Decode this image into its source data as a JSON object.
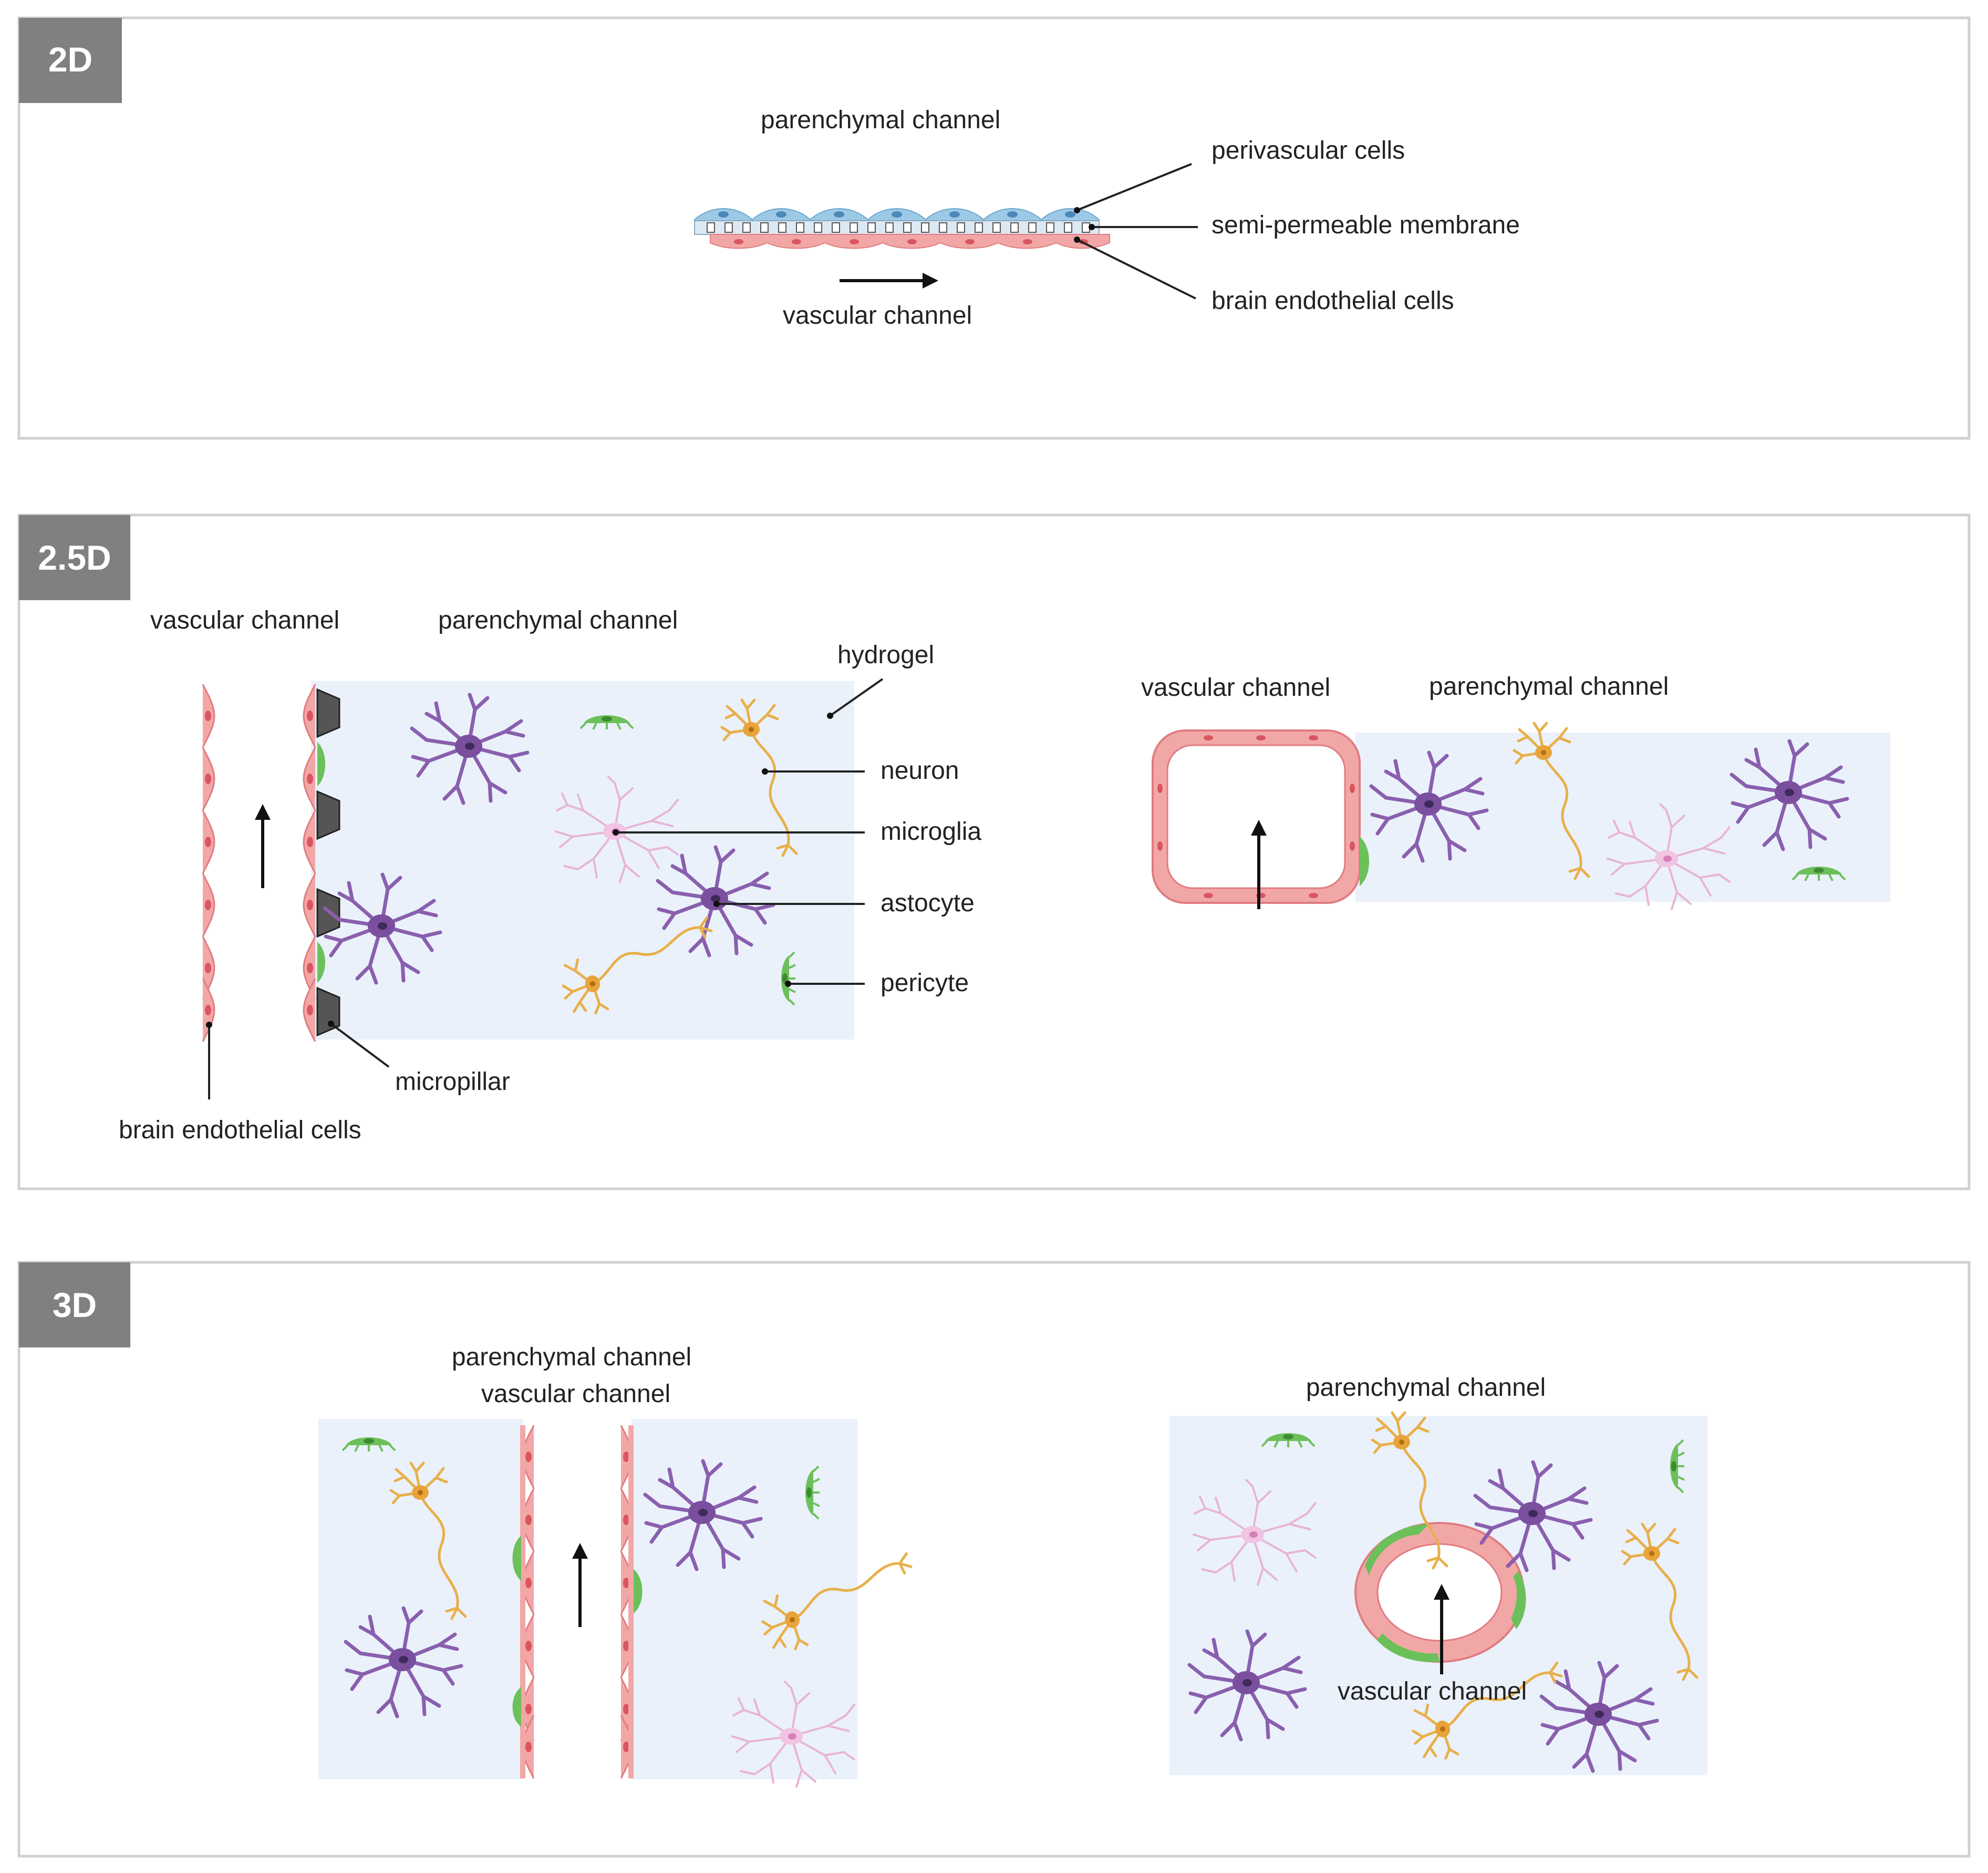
{
  "colors": {
    "panel_border": "#d0d0d0",
    "tag_bg": "#808080",
    "gel": "#eaf1fb",
    "endothelial": "#f2a7a7",
    "endothelial_edge": "#e07c80",
    "perivascular": "#9cc9e6",
    "astrocyte": "#8a5fae",
    "microglia": "#e8b4d6",
    "neuron": "#e8b04a",
    "pericyte": "#6cc05a",
    "micropillar": "#555555"
  },
  "panels": {
    "p2d": {
      "tag": "2D",
      "parenchymal_channel": "parenchymal channel",
      "vascular_channel": "vascular channel",
      "perivascular_cells": "perivascular cells",
      "membrane": "semi-permeable membrane",
      "endothelial_cells": "brain endothelial cells"
    },
    "p25d": {
      "tag": "2.5D",
      "left": {
        "vascular_channel": "vascular channel",
        "parenchymal_channel": "parenchymal channel",
        "hydrogel": "hydrogel",
        "neuron": "neuron",
        "microglia": "microglia",
        "astrocyte": "astocyte",
        "pericyte": "pericyte",
        "micropillar": "micropillar",
        "endothelial_cells": "brain endothelial cells"
      },
      "right": {
        "vascular_channel": "vascular channel",
        "parenchymal_channel": "parenchymal channel"
      }
    },
    "p3d": {
      "tag": "3D",
      "left": {
        "parenchymal_channel": "parenchymal channel",
        "vascular_channel": "vascular channel"
      },
      "right": {
        "parenchymal_channel": "parenchymal channel",
        "vascular_channel": "vascular channel"
      }
    }
  }
}
